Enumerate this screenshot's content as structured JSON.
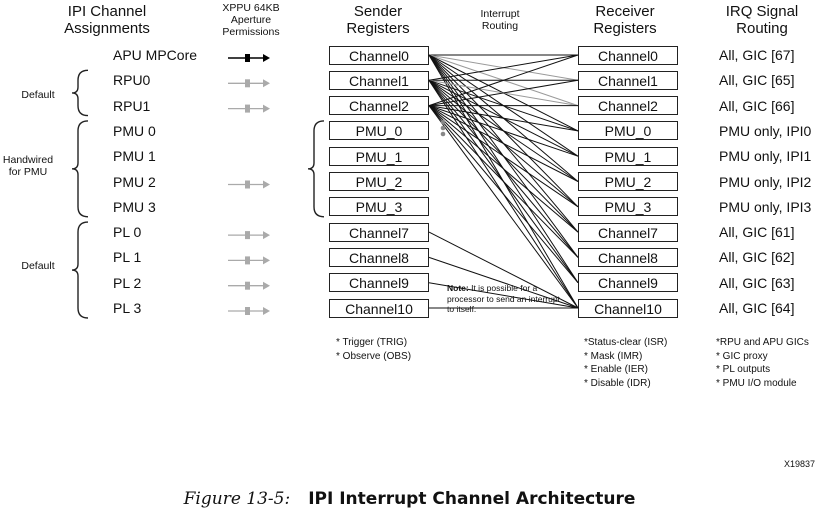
{
  "headers": {
    "ipi_channel": "IPI Channel\nAssignments",
    "xppu": "XPPU 64KB\nAperture\nPermissions",
    "sender": "Sender\nRegisters",
    "routing": "Interrupt\nRouting",
    "receiver": "Receiver\nRegisters",
    "irq": "IRQ Signal\nRouting"
  },
  "groups": {
    "default_top": "Default",
    "handwired": "Handwired\nfor PMU",
    "default_bottom": "Default"
  },
  "rows": [
    {
      "assignment": "APU MPCore",
      "sender": "Channel0",
      "receiver": "Channel0",
      "irq": "All, GIC [67]",
      "arrow": "dark"
    },
    {
      "assignment": "RPU0",
      "sender": "Channel1",
      "receiver": "Channel1",
      "irq": "All, GIC [65]",
      "arrow": "light"
    },
    {
      "assignment": "RPU1",
      "sender": "Channel2",
      "receiver": "Channel2",
      "irq": "All, GIC [66]",
      "arrow": "light"
    },
    {
      "assignment": "PMU 0",
      "sender": "PMU_0",
      "receiver": "PMU_0",
      "irq": "PMU only, IPI0",
      "arrow": "none"
    },
    {
      "assignment": "PMU 1",
      "sender": "PMU_1",
      "receiver": "PMU_1",
      "irq": "PMU only, IPI1",
      "arrow": "none"
    },
    {
      "assignment": "PMU 2",
      "sender": "PMU_2",
      "receiver": "PMU_2",
      "irq": "PMU only, IPI2",
      "arrow": "light"
    },
    {
      "assignment": "PMU 3",
      "sender": "PMU_3",
      "receiver": "PMU_3",
      "irq": "PMU only, IPI3",
      "arrow": "none"
    },
    {
      "assignment": "PL 0",
      "sender": "Channel7",
      "receiver": "Channel7",
      "irq": "All, GIC [61]",
      "arrow": "light"
    },
    {
      "assignment": "PL 1",
      "sender": "Channel8",
      "receiver": "Channel8",
      "irq": "All, GIC [62]",
      "arrow": "light"
    },
    {
      "assignment": "PL 2",
      "sender": "Channel9",
      "receiver": "Channel9",
      "irq": "All, GIC [63]",
      "arrow": "light"
    },
    {
      "assignment": "PL 3",
      "sender": "Channel10",
      "receiver": "Channel10",
      "irq": "All, GIC [64]",
      "arrow": "light"
    }
  ],
  "note": {
    "bold": "Note:",
    "text": " It is possible for a processor to send an interrupt to itself."
  },
  "sender_list": [
    "* Trigger (TRIG)",
    "* Observe (OBS)"
  ],
  "receiver_list": [
    "*Status-clear (ISR)",
    "* Mask (IMR)",
    "* Enable (IER)",
    "* Disable (IDR)"
  ],
  "irq_list": [
    "*RPU and APU GICs",
    "* GIC proxy",
    "* PL outputs",
    "* PMU I/O module"
  ],
  "figure_id": "X19837",
  "caption": {
    "number": "Figure 13-5:",
    "title": "IPI Interrupt Channel Architecture"
  },
  "colors": {
    "dark_line": "#111111",
    "light_line": "#9a9a9a",
    "arrow_dark": "#000000",
    "arrow_light": "#aaaaaa"
  }
}
